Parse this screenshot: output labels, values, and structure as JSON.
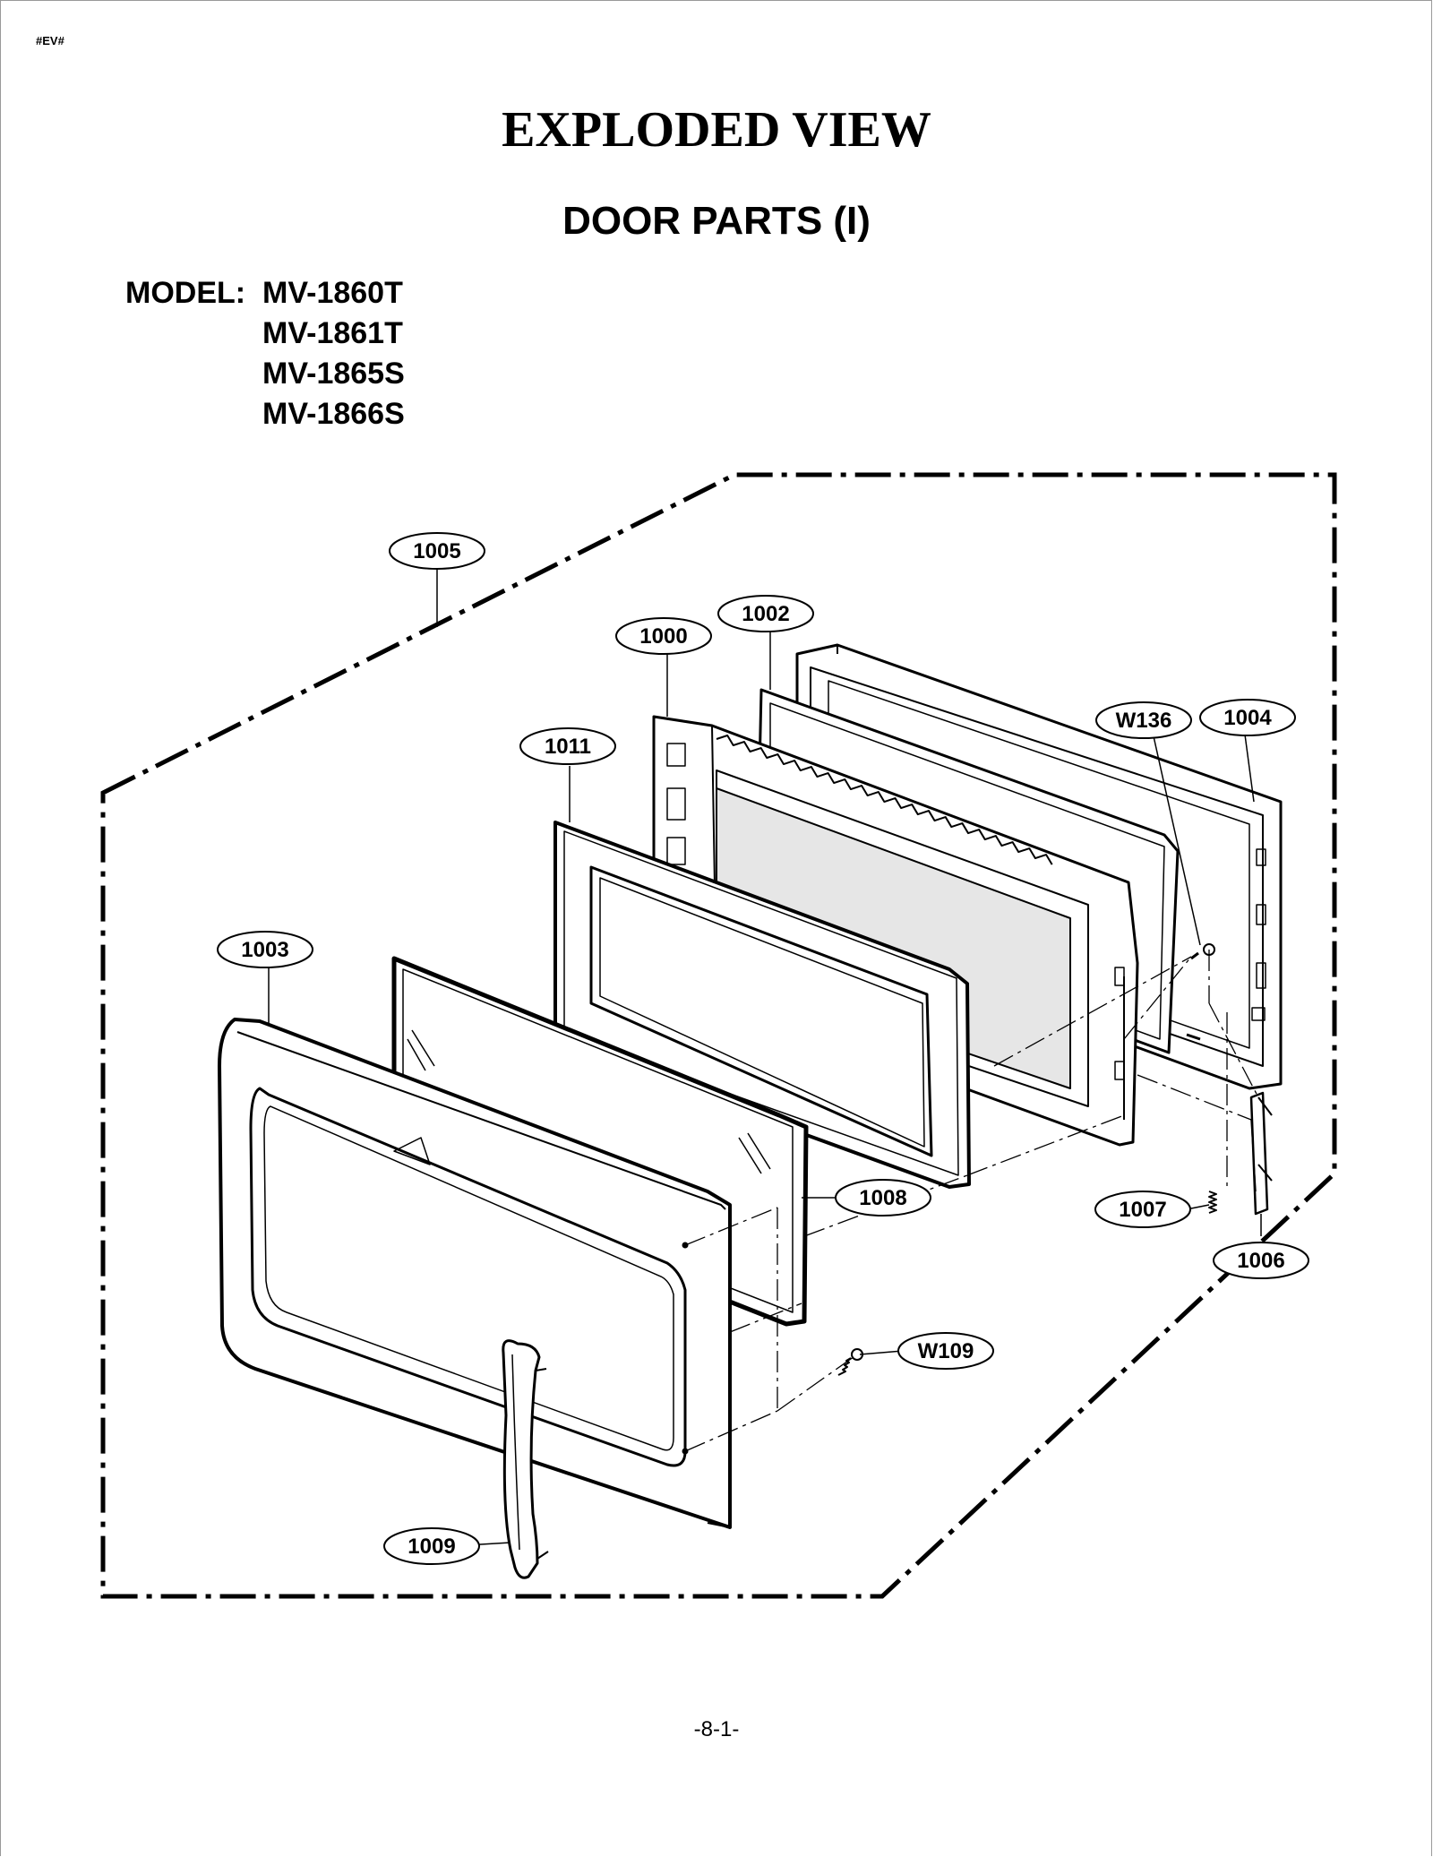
{
  "header": {
    "tag": "#EV#"
  },
  "title": "EXPLODED VIEW",
  "subtitle": "DOOR PARTS (I)",
  "model": {
    "label": "MODEL:",
    "numbers": [
      "MV-1860T",
      "MV-1861T",
      "MV-1865S",
      "MV-1866S"
    ]
  },
  "callouts": {
    "c1005": "1005",
    "c1002": "1002",
    "c1000": "1000",
    "cW136": "W136",
    "c1004": "1004",
    "c1011": "1011",
    "c1003": "1003",
    "c1008": "1008",
    "c1007": "1007",
    "c1006": "1006",
    "cW109": "W109",
    "c1009": "1009"
  },
  "footer": {
    "page_number": "-8-1-"
  }
}
